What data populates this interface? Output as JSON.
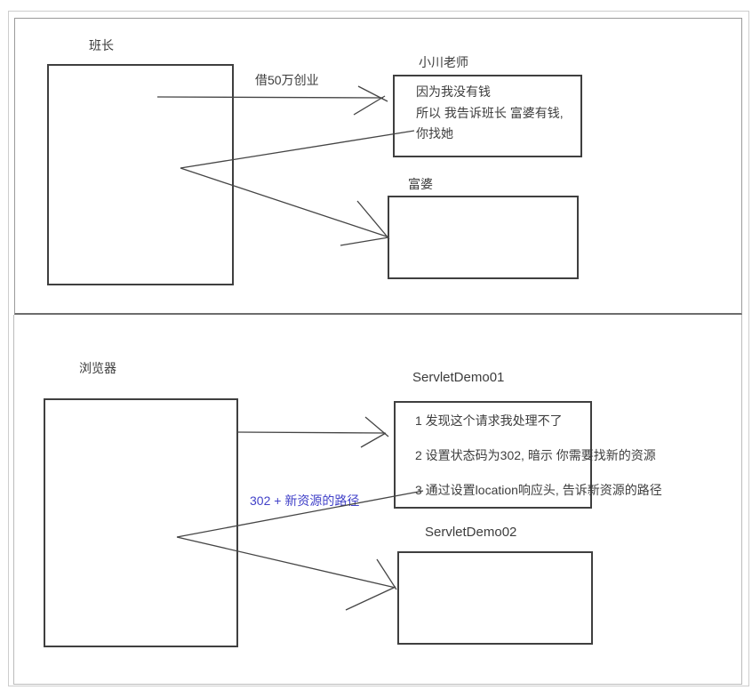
{
  "top": {
    "left_label": "班长",
    "request_label": "借50万创业",
    "helper_label": "小川老师",
    "helper_lines": [
      "因为我没有钱",
      "所以 我告诉班长 富婆有钱,",
      "你找她"
    ],
    "target_label": "富婆"
  },
  "bottom": {
    "left_label": "浏览器",
    "helper_label": "ServletDemo01",
    "helper_lines": [
      "1 发现这个请求我处理不了",
      "2 设置状态码为302, 暗示 你需要找新的资源",
      "3 通过设置location响应头, 告诉新资源的路径"
    ],
    "target_label": "ServletDemo02",
    "response_label": "302 + 新资源的路径"
  },
  "colors": {
    "accent_blue": "#4141c8",
    "diagram_line": "#454545",
    "box_border": "#3f3f3f",
    "panel_border": "#9a9a9a",
    "divider": "#6d6d6d"
  }
}
